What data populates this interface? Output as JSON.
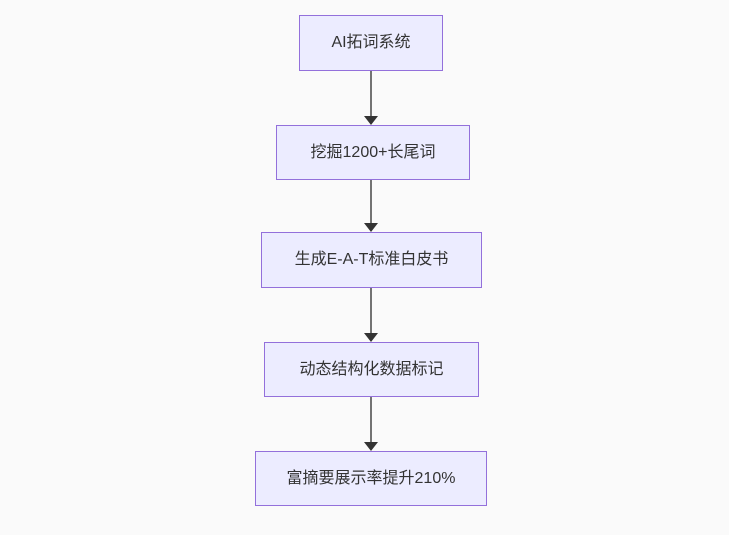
{
  "diagram": {
    "type": "flowchart",
    "direction": "top-down",
    "nodes": [
      {
        "label": "AI拓词系统"
      },
      {
        "label": "挖掘1200+长尾词"
      },
      {
        "label": "生成E-A-T标准白皮书"
      },
      {
        "label": "动态结构化数据标记"
      },
      {
        "label": "富摘要展示率提升210%"
      }
    ],
    "edges": [
      {
        "from": "AI拓词系统",
        "to": "挖掘1200+长尾词"
      },
      {
        "from": "挖掘1200+长尾词",
        "to": "生成E-A-T标准白皮书"
      },
      {
        "from": "生成E-A-T标准白皮书",
        "to": "动态结构化数据标记"
      },
      {
        "from": "动态结构化数据标记",
        "to": "富摘要展示率提升210%"
      }
    ],
    "colors": {
      "node_fill": "#ECECFF",
      "node_border": "#9370DB",
      "edge_line": "#737373",
      "arrowhead": "#333333",
      "text": "#333333",
      "background": "#FAFAFA"
    }
  }
}
